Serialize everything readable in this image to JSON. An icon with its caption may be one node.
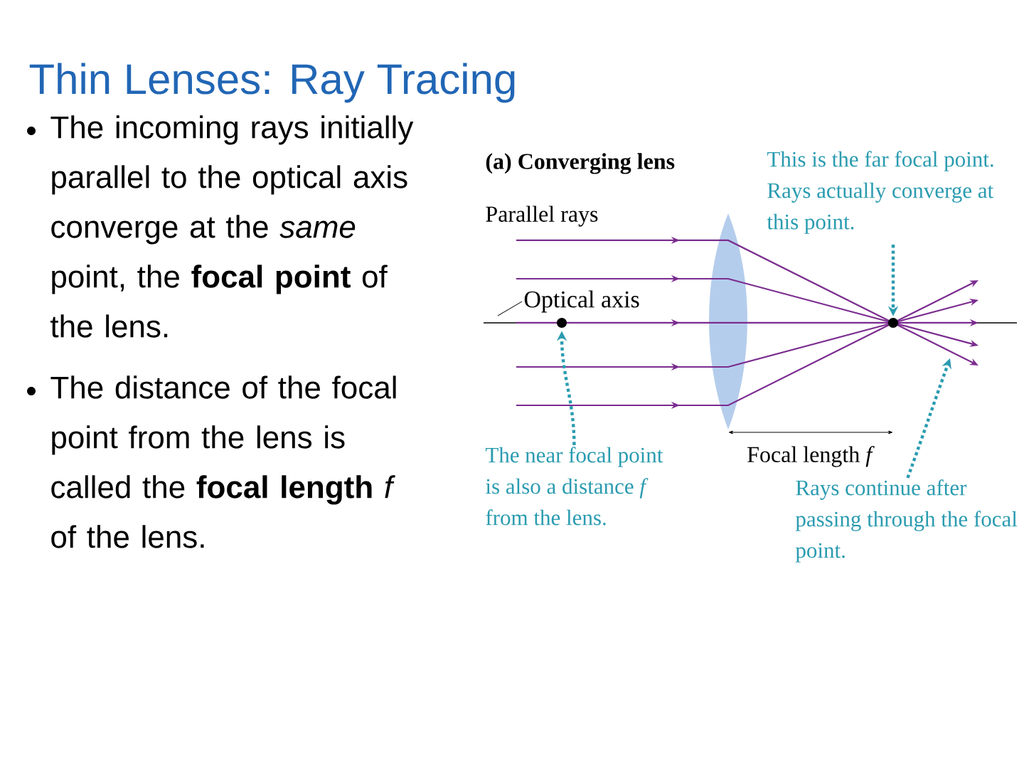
{
  "diagram": {
    "title": "Thin Lenses: Ray Tracing",
    "nodes": [
      {
        "text": [
          "This is the far focal point. Rays actually converge at this point."
        ]
      },
      {
        "text": [
          "Optical axis"
        ]
      },
      {
        "text": [],
        "shape": "circle"
      },
      {
        "text": [],
        "shape": "circle"
      },
      {
        "text": [
          "The near focal point is also a distance *f* from the lens."
        ]
      },
      {
        "text": [
          "Rays continue after passing through the focal point."
        ]
      }
    ],
    "edges": [
      {
        "from": 0,
        "to": 3,
        "arrow": "to",
        "style": "dashed"
      },
      {
        "from": 1,
        "to": null,
        "arrow": "none",
        "color": "#333333"
      },
      {
        "from": 4,
        "to": 2,
        "arrow": "to",
        "style": "dashed"
      },
      {
        "from": 5,
        "to": null,
        "arrow": "to",
        "style": "dashed"
      }
    ],
    "labels": [
      "The incoming rays initially parallel to the optical axis converge at the *same* point, the **focal point** of the lens.",
      "The distance of the focal point from the lens is called the **focal length** *f* of the lens.",
      "(a) Converging lens",
      "Parallel rays",
      "Focal length *f*"
    ]
  }
}
